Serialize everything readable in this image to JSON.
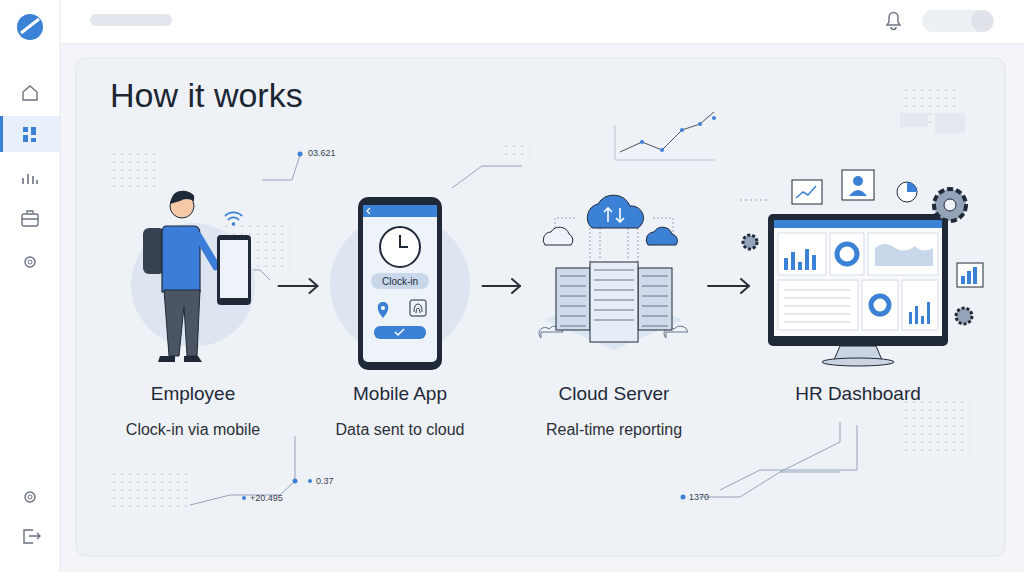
{
  "diagram": {
    "title": "How it works",
    "nodes": [
      {
        "text": [
          "Employee",
          "Clock-in via mobile"
        ]
      },
      {
        "text": [
          "Mobile App",
          "Data sent to cloud"
        ]
      },
      {
        "text": [
          "Cloud Server",
          "Real-time reporting"
        ]
      },
      {
        "text": [
          "HR Dashboard"
        ]
      }
    ],
    "edges": [
      {
        "from": 0,
        "to": 1,
        "arrow": "to"
      },
      {
        "from": 1,
        "to": 2,
        "arrow": "to"
      },
      {
        "from": 2,
        "to": 3,
        "arrow": "to"
      }
    ],
    "labels": [
      "03.621",
      "Clock-in",
      "0.37",
      "+20.495",
      "1370"
    ]
  }
}
